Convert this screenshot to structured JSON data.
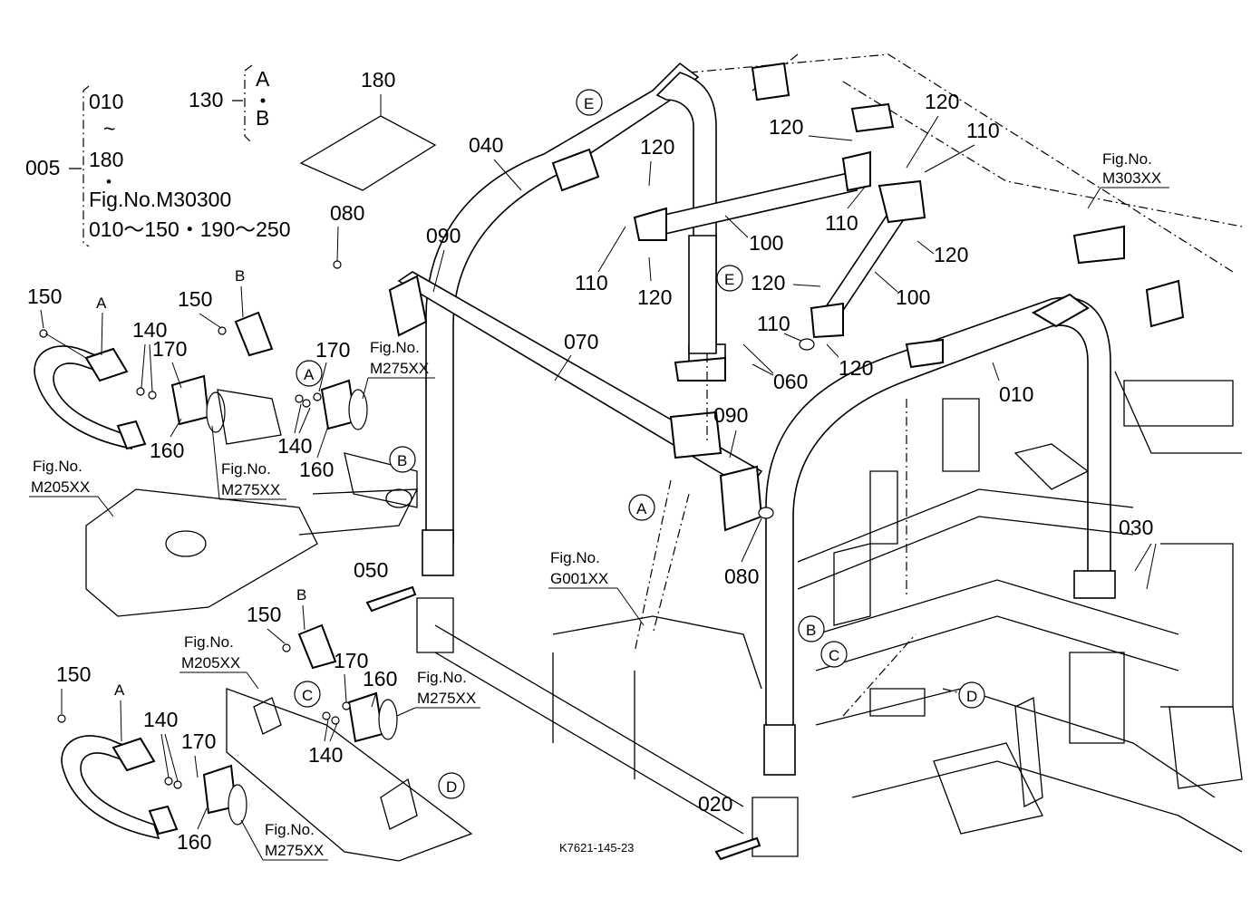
{
  "legend": {
    "assembly_no": "005",
    "range_start": "010",
    "tilde": "~",
    "range_end": "180",
    "dot": "•",
    "fig_ref": "Fig.No.M30300",
    "fig_range": "010～150・190～250",
    "item_130": "130",
    "opt_a": "A",
    "opt_b": "B"
  },
  "parts": {
    "p010": "010",
    "p020": "020",
    "p030": "030",
    "p040": "040",
    "p050": "050",
    "p060": "060",
    "p070": "070",
    "p080": "080",
    "p090": "090",
    "p100": "100",
    "p110": "110",
    "p120": "120",
    "p140": "140",
    "p150": "150",
    "p160": "160",
    "p170": "170",
    "p180": "180"
  },
  "refs": {
    "A": "A",
    "B": "B",
    "C": "C",
    "D": "D",
    "E": "E"
  },
  "figrefs": {
    "fig": "Fig.No.",
    "m303": "M303XX",
    "m275": "M275XX",
    "m205": "M205XX",
    "g001": "G001XX"
  },
  "drawing_code": "K7621-145-23"
}
